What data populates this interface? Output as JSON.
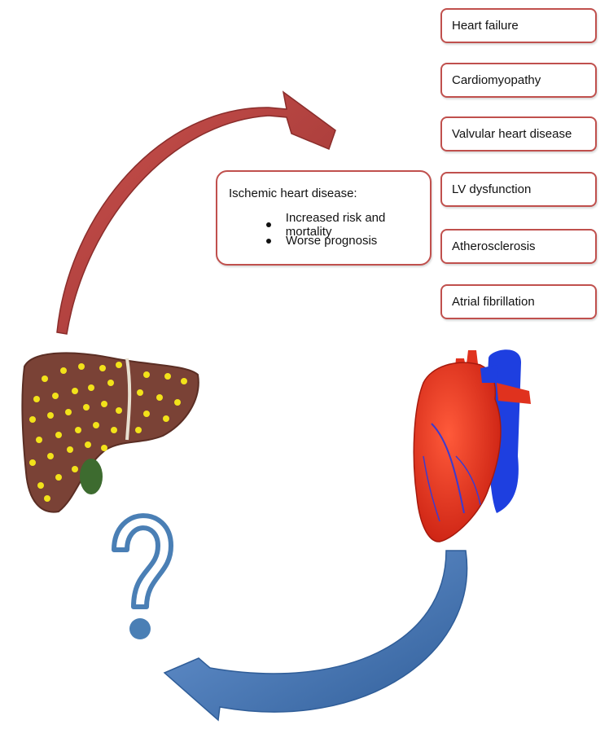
{
  "conditions": [
    "Heart failure",
    "Cardiomyopathy",
    "Valvular heart disease",
    "LV dysfunction",
    "Atherosclerosis",
    "Atrial fibrillation"
  ],
  "ischemic": {
    "title": "Ischemic heart disease:",
    "bullets": [
      "Increased risk and mortality",
      "Worse prognosis"
    ]
  },
  "colors": {
    "box_border": "#c0504d",
    "red_arrow": "#b94240",
    "blue_arrow": "#4f81bd",
    "question_mark": "#4a7fb5",
    "liver": "#7a4236",
    "liver_spots": "#f2e21a",
    "gallbladder": "#3d6b2f",
    "heart_red": "#e0321e",
    "heart_blue": "#1e3fe0"
  },
  "icons": {
    "liver": "liver-icon",
    "heart": "heart-icon",
    "question": "question-mark-icon"
  }
}
